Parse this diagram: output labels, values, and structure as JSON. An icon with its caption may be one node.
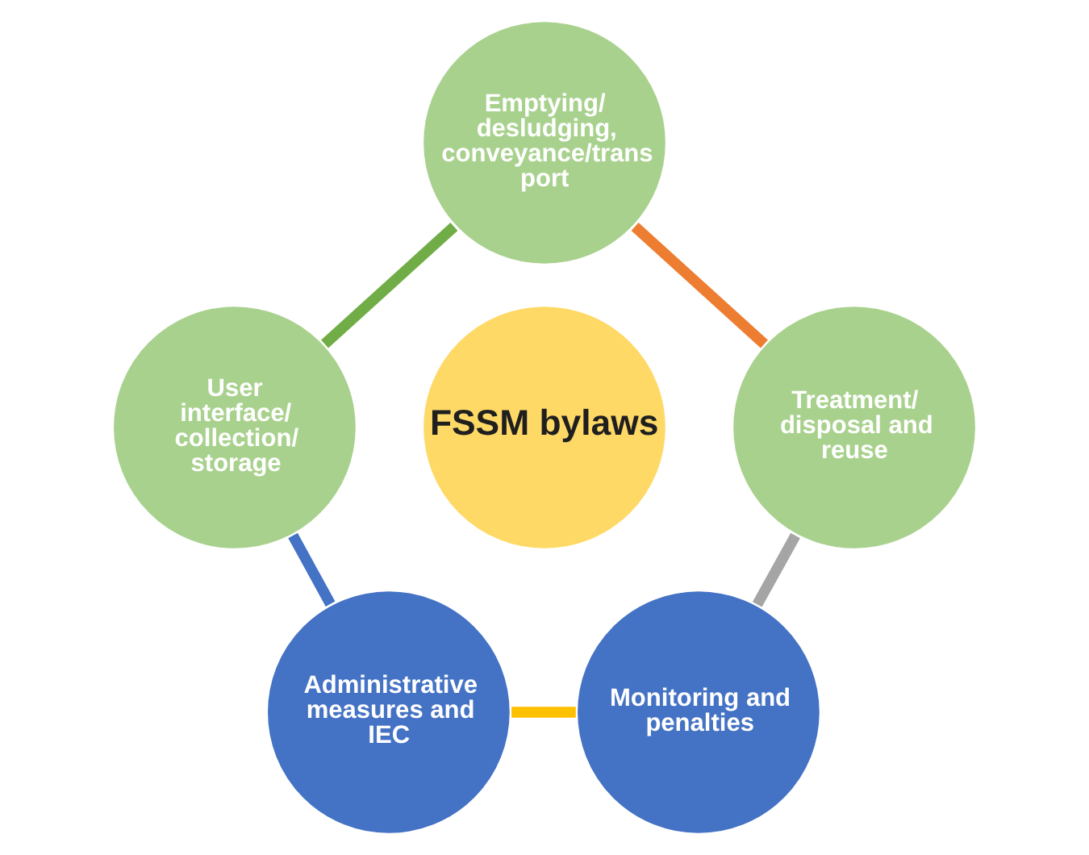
{
  "diagram": {
    "nodes": [
      {
        "text": [
          "Emptying/ desludging, conveyance/trans port"
        ]
      },
      {
        "text": [
          "User interface/ collection/ storage"
        ]
      },
      {
        "text": [
          "Treatment/ disposal and reuse"
        ]
      },
      {
        "text": [
          "FSSM bylaws"
        ]
      },
      {
        "text": [
          "Administrative measures and IEC"
        ]
      },
      {
        "text": [
          "Monitoring and penalties"
        ]
      }
    ],
    "edges": [
      {
        "from": 1,
        "to": 0,
        "arrow": "none",
        "color": "#70ad47"
      },
      {
        "from": 0,
        "to": 2,
        "arrow": "none",
        "color": "#ed7d31"
      },
      {
        "from": 2,
        "to": 5,
        "arrow": "none",
        "color": "#a5a5a5"
      },
      {
        "from": 5,
        "to": 4,
        "arrow": "none",
        "color": "#ffc000"
      },
      {
        "from": 4,
        "to": 1,
        "arrow": "none",
        "color": "#4472c4"
      }
    ]
  }
}
